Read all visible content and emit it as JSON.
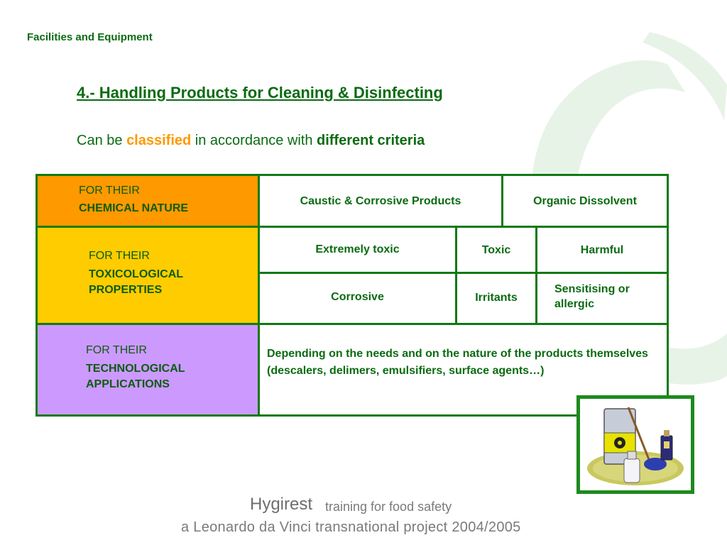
{
  "header": {
    "section": "Facilities and Equipment"
  },
  "title": "4.- Handling Products for Cleaning & Disinfecting",
  "subtitle": {
    "part1": "Can be ",
    "highlight": "classified",
    "part2": " in accordance with ",
    "bold": "different criteria"
  },
  "table": {
    "rows": [
      {
        "prefix": "FOR THEIR",
        "category": "CHEMICAL NATURE",
        "color": "#ff9900",
        "values": [
          "Caustic & Corrosive Products",
          "Organic Dissolvent"
        ]
      },
      {
        "prefix": "FOR THEIR",
        "category": "TOXICOLOGICAL PROPERTIES",
        "color": "#ffcc00",
        "values": [
          "Extremely toxic",
          "Toxic",
          "Harmful",
          "Corrosive",
          "Irritants",
          "Sensitising or allergic"
        ]
      },
      {
        "prefix": "FOR THEIR",
        "category": "TECHNOLOGICAL APPLICATIONS",
        "color": "#cc99ff",
        "values": [
          "Depending on the needs and on the nature of the products themselves (descalers, delimers, emulsifiers, surface agents…)"
        ]
      }
    ]
  },
  "footer": {
    "brand": "Hygirest",
    "tagline": "training for food safety",
    "project": "a Leonardo da Vinci transnational project 2004/2005"
  },
  "clipart": {
    "icon": "cleaning-products-icon",
    "border_color": "#1d8a1d"
  }
}
